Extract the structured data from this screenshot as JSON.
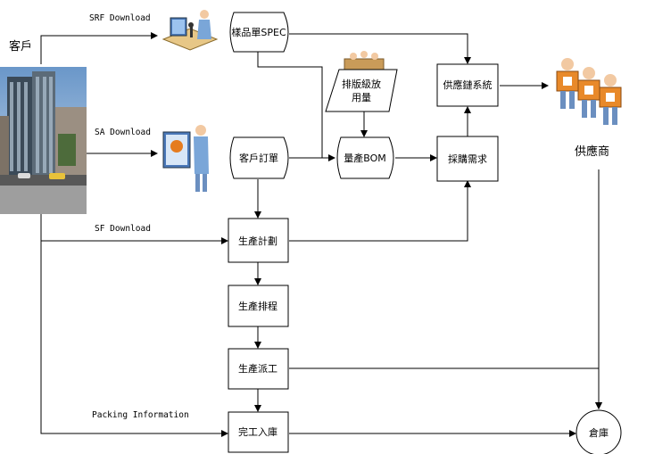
{
  "actors": {
    "customer": "客戶",
    "supplier": "供應商"
  },
  "links": {
    "srf": "SRF Download",
    "sa": "SA Download",
    "sf": "SF Download",
    "packing": "Packing Information"
  },
  "nodes": {
    "sample_spec": "樣品單SPEC",
    "customer_order": "客戶訂單",
    "layout_usage_line1": "排版級放",
    "layout_usage_line2": "用量",
    "mass_bom": "量產BOM",
    "purchase_req": "採購需求",
    "supply_chain": "供應鏈系統",
    "production_plan": "生產計劃",
    "production_schedule": "生產排程",
    "production_dispatch": "生產派工",
    "finished_storage": "完工入庫",
    "warehouse": "倉庫"
  }
}
